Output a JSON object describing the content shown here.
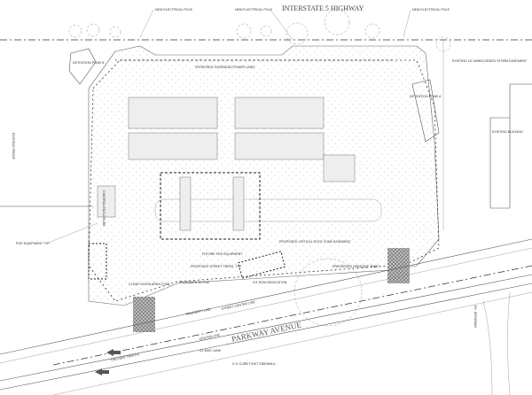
{
  "title": "INTERSTATE 5 HIGHWAY",
  "road": "PARKWAY AVENUE",
  "labels": {
    "pole_left": "NEW ELECTRICAL POLE",
    "pole_mid": "NEW ELECTRICAL POLE",
    "pole_right": "NEW ELECTRICAL POLE",
    "pond_b": "DETENTION POND B",
    "pond_a": "DETENTION POND A",
    "overhead": "PROPOSED OVERHEAD POWER LINES",
    "storm": "EXISTING 15' UNRECORDED STORM EASEMENT",
    "fence": "EXISTING FENCE",
    "building": "EXISTING BUILDING",
    "control": "CONTROL ENCLOSURE",
    "pge": "PGE EQUIPMENT TYP.",
    "future_pge": "FUTURE PGE EQUIPMENT",
    "street_trees": "PROPOSED STREET TREES, TYP.",
    "root_zone": "PROPOSED CRITICAL ROOT ZONE EASEMENT",
    "heritage": "PRESERVED HERITAGE TREE",
    "clear_vision": "CLEAR VISION AREA (TYP.)",
    "pue": "PROPOSED 10' PUE",
    "row": "9.5' ROW DEDICATION",
    "property_line": "PROPERTY LINE",
    "center_line": "CENTER LINE",
    "street_center": "STREET CENTER LINE",
    "two_way": "TWO-WAY TRAFFIC",
    "bike": "5'L BIKE LANE",
    "sidewalk": "5'-6' CURB TIGHT SIDEWALK",
    "driveway": "EX. DRIVEWAY"
  },
  "colors": {
    "line": "#333333",
    "hatch": "#555555"
  }
}
